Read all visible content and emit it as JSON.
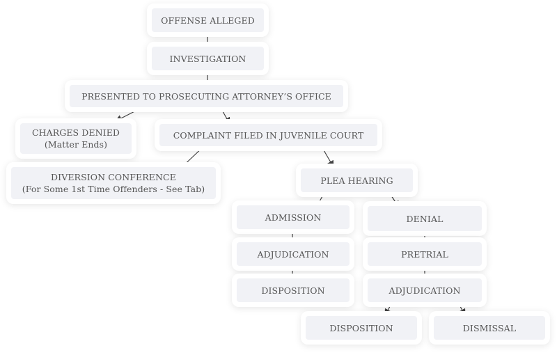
{
  "diagram": {
    "type": "flowchart",
    "colors": {
      "box_outer": "#ffffff",
      "box_inner": "#f1f2f6",
      "text": "#555555",
      "connector": "#444444"
    },
    "nodes": {
      "offense_alleged": {
        "lines": [
          "OFFENSE ALLEGED"
        ]
      },
      "investigation": {
        "lines": [
          "INVESTIGATION"
        ]
      },
      "presented": {
        "lines": [
          "PRESENTED TO PROSECUTING ATTORNEY’S OFFICE"
        ]
      },
      "charges_denied": {
        "lines": [
          "CHARGES DENIED",
          "(Matter Ends)"
        ]
      },
      "complaint_filed": {
        "lines": [
          "COMPLAINT FILED IN JUVENILE COURT"
        ]
      },
      "diversion": {
        "lines": [
          "DIVERSION CONFERENCE",
          "(For Some 1st Time Offenders - See Tab)"
        ]
      },
      "plea_hearing": {
        "lines": [
          "PLEA HEARING"
        ]
      },
      "admission": {
        "lines": [
          "ADMISSION"
        ]
      },
      "denial": {
        "lines": [
          "DENIAL"
        ]
      },
      "adjudication_left": {
        "lines": [
          "ADJUDICATION"
        ]
      },
      "pretrial": {
        "lines": [
          "PRETRIAL"
        ]
      },
      "disposition_left": {
        "lines": [
          "DISPOSITION"
        ]
      },
      "adjudication_right": {
        "lines": [
          "ADJUDICATION"
        ]
      },
      "disposition_right": {
        "lines": [
          "DISPOSITION"
        ]
      },
      "dismissal": {
        "lines": [
          "DISMISSAL"
        ]
      }
    },
    "edges": [
      [
        "offense_alleged",
        "investigation"
      ],
      [
        "investigation",
        "presented"
      ],
      [
        "presented",
        "charges_denied"
      ],
      [
        "presented",
        "complaint_filed"
      ],
      [
        "complaint_filed",
        "diversion"
      ],
      [
        "complaint_filed",
        "plea_hearing"
      ],
      [
        "plea_hearing",
        "admission"
      ],
      [
        "plea_hearing",
        "denial"
      ],
      [
        "admission",
        "adjudication_left"
      ],
      [
        "adjudication_left",
        "disposition_left"
      ],
      [
        "denial",
        "pretrial"
      ],
      [
        "pretrial",
        "adjudication_right"
      ],
      [
        "adjudication_right",
        "disposition_right"
      ],
      [
        "adjudication_right",
        "dismissal"
      ]
    ]
  }
}
